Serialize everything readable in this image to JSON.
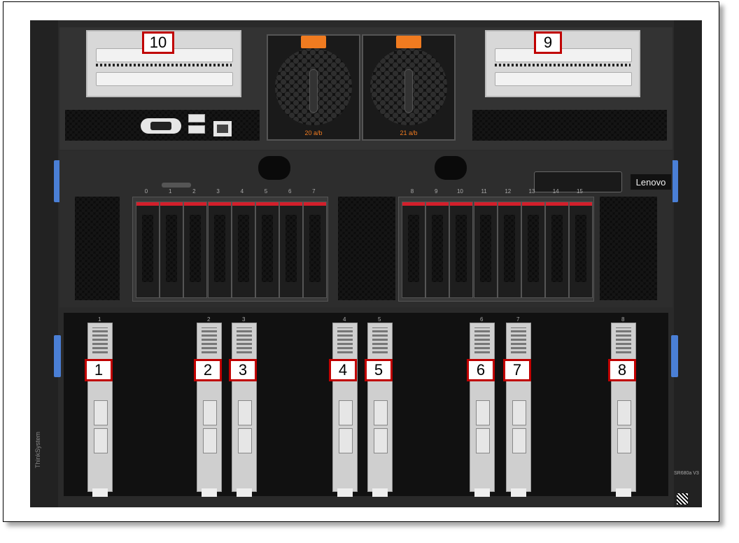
{
  "callouts": {
    "c1": "1",
    "c2": "2",
    "c3": "3",
    "c4": "4",
    "c5": "5",
    "c6": "6",
    "c7": "7",
    "c8": "8",
    "c9": "9",
    "c10": "10"
  },
  "brand": {
    "logo": "Lenovo",
    "side_text": "ThinkSystem"
  },
  "fans": {
    "left_label": "20 a/b",
    "right_label": "21 a/b"
  },
  "drives": {
    "left_numbers": [
      "0",
      "1",
      "2",
      "3",
      "4",
      "5",
      "6",
      "7"
    ],
    "right_numbers": [
      "8",
      "9",
      "10",
      "11",
      "12",
      "13",
      "14",
      "15"
    ]
  },
  "pcie_numbers": [
    "1",
    "2",
    "3",
    "4",
    "5",
    "6",
    "7",
    "8"
  ],
  "model_label": "SR680a V3",
  "colors": {
    "callout_border": "#c00000",
    "fan_tab": "#f07b20",
    "drive_led": "#d21f2b",
    "side_tab": "#4a7fd6"
  }
}
